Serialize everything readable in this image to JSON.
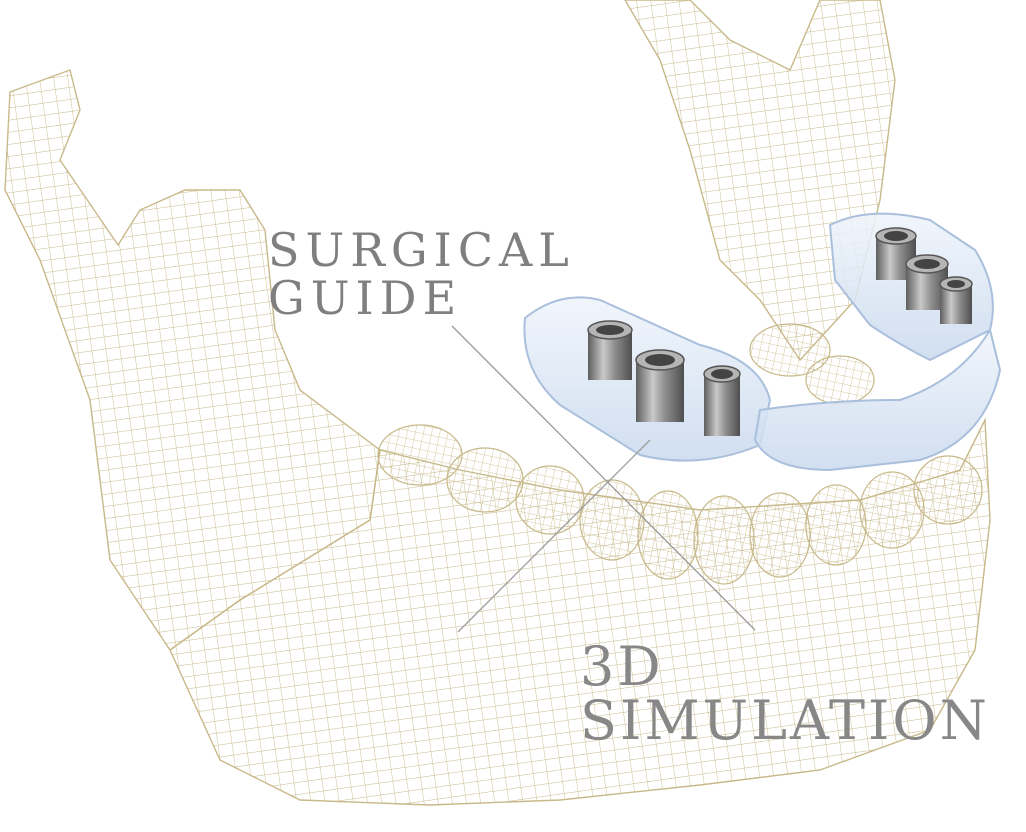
{
  "labels": {
    "surgical_guide": [
      "SURGICAL",
      "GUIDE"
    ],
    "simulation": [
      "3D",
      "SIMULATION"
    ]
  },
  "colors": {
    "background": "#ffffff",
    "wireframe": "#c8b98a",
    "label_text": "#7f7f7f",
    "leader_line": "#9a9a9a",
    "guide_body": "#d9e6f5",
    "guide_edge": "#a9bfdc",
    "sleeve_metal": "#8a8a8a"
  },
  "illustration": {
    "subject": "mandible-wireframe",
    "overlay": "surgical-guide-with-metal-sleeves",
    "sleeve_count": 6
  }
}
